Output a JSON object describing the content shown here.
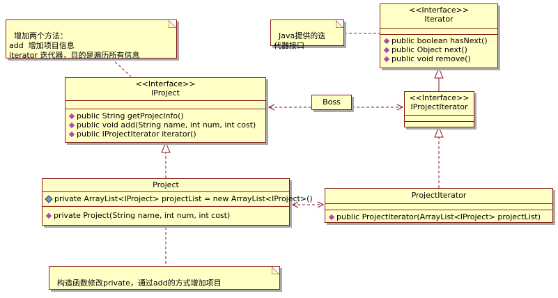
{
  "notes": {
    "top_left": "增加两个方法：\nadd  增加项目信息\niterator 迭代器，目的是遍历所有信息",
    "java": "Java提供的迭\n代器接口",
    "bottom": "构造函数修改private，通过add的方式增加项目"
  },
  "iterator": {
    "stereotype": "<<Interface>>",
    "name": "Iterator",
    "methods": [
      "public boolean hasNext()",
      "public Object next()",
      "public void remove()"
    ]
  },
  "iproject": {
    "stereotype": "<<Interface>>",
    "name": "IProject",
    "methods": [
      "public String getProjecInfo()",
      "public void add(String name, int num, int cost)",
      "public IProjectIterator iterator()"
    ]
  },
  "boss": {
    "name": "Boss"
  },
  "iprojectiterator": {
    "stereotype": "<<Interface>>",
    "name": "IProjectIterator"
  },
  "project": {
    "name": "Project",
    "field": "private ArrayList<IProject> projectList = new ArrayList<IProject>()",
    "method": "private Project(String name, int num, int cost)"
  },
  "projectiterator": {
    "name": "ProjectIterator",
    "method": "public ProjectIterator(ArrayList<IProject> projectList)"
  }
}
